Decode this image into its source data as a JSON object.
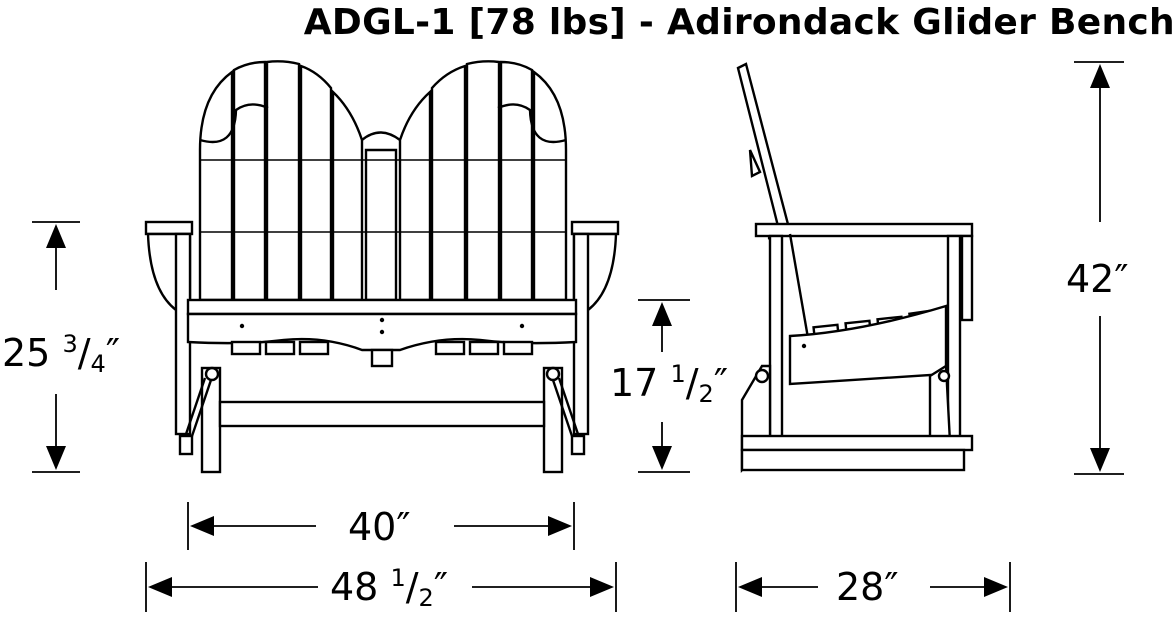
{
  "title": "ADGL-1 [78 lbs] - Adirondack Glider Bench",
  "dimensions": {
    "arm_height": {
      "whole": "25 ",
      "num": "3",
      "slash": "/",
      "den": "4",
      "unit": "″"
    },
    "seat_height": {
      "whole": "17 ",
      "num": "1",
      "slash": "/",
      "den": "2",
      "unit": "″"
    },
    "total_height": {
      "text": "42″"
    },
    "seat_width": {
      "text": "40″"
    },
    "overall_width": {
      "whole": "48 ",
      "num": "1",
      "slash": "/",
      "den": "2",
      "unit": "″"
    },
    "depth": {
      "text": "28″"
    }
  },
  "colors": {
    "line": "#000000",
    "background": "#ffffff"
  }
}
